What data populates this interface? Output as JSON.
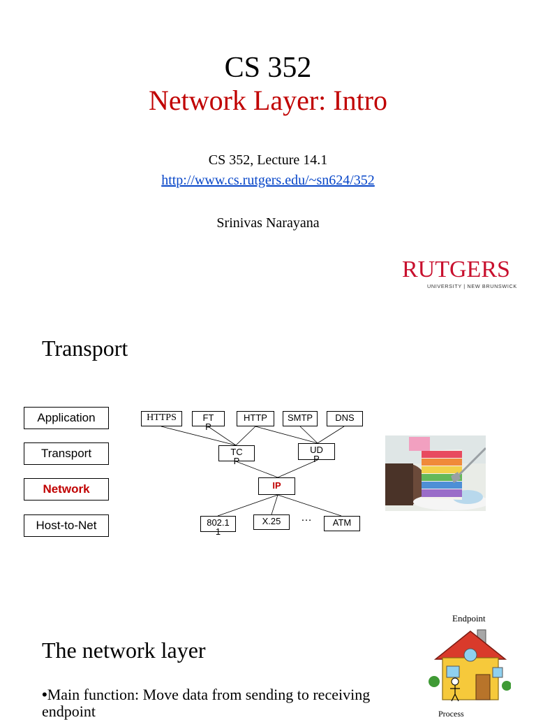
{
  "slide1": {
    "course": "CS 352",
    "title": "Network Layer: Intro",
    "lecture": "CS 352, Lecture 14.1",
    "url": "http://www.cs.rutgers.edu/~sn624/352",
    "author": "Srinivas Narayana",
    "logo": {
      "word": "RUTGERS",
      "subtitle": "UNIVERSITY | NEW BRUNSWICK"
    }
  },
  "slide2": {
    "title": "Transport",
    "layers": [
      "Application",
      "Transport",
      "Network",
      "Host-to-Net"
    ],
    "highlighted_layer": "Network",
    "diagram": {
      "apps": [
        "HTTPS",
        "FT\nP",
        "HTTP",
        "SMTP",
        "DNS"
      ],
      "transport": [
        "TC\nP",
        "UD\nP"
      ],
      "network": "IP",
      "links": [
        "802.1\n1",
        "X.25",
        "ATM"
      ],
      "ellipsis": "…"
    },
    "image": "layered-cake-photo"
  },
  "slide3": {
    "title": "The network layer",
    "endpoint_label": "Endpoint",
    "process_label": "Process",
    "bullet": "Main function: Move data from sending to receiving endpoint"
  },
  "colors": {
    "accent_red": "#c00000",
    "link_blue": "#0645c8",
    "rutgers_red": "#c8102e"
  }
}
